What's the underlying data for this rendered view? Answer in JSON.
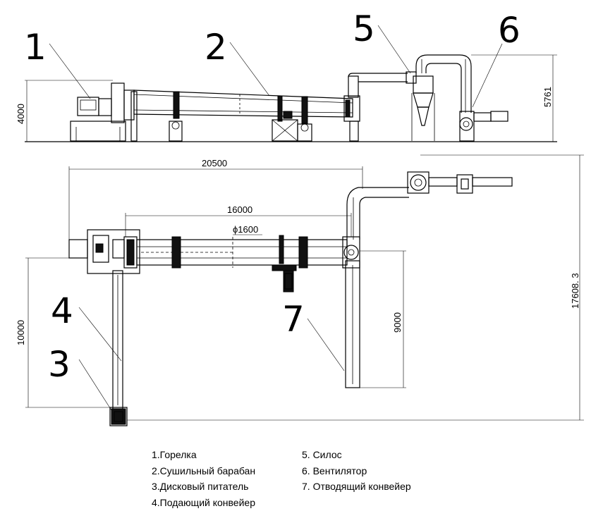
{
  "callouts": {
    "n1": "1",
    "n2": "2",
    "n3": "3",
    "n4": "4",
    "n5": "5",
    "n6": "6",
    "n7": "7"
  },
  "dimensions": {
    "elevation_height": "4000",
    "elevation_total_height": "5761",
    "plan_length_total": "20500",
    "plan_length_drum": "16000",
    "drum_diameter": "ϕ1600",
    "feed_conveyor_length": "10000",
    "discharge_conveyor_length": "9000",
    "plan_depth_total": "17608. 3"
  },
  "legend": {
    "left": [
      "1.Горелка",
      "2.Сушильный барабан",
      "3.Дисковый питатель",
      "4.Подающий конвейер"
    ],
    "right": [
      "5. Силос",
      "6. Вентилятор",
      "7. Отводящий конвейер"
    ]
  }
}
